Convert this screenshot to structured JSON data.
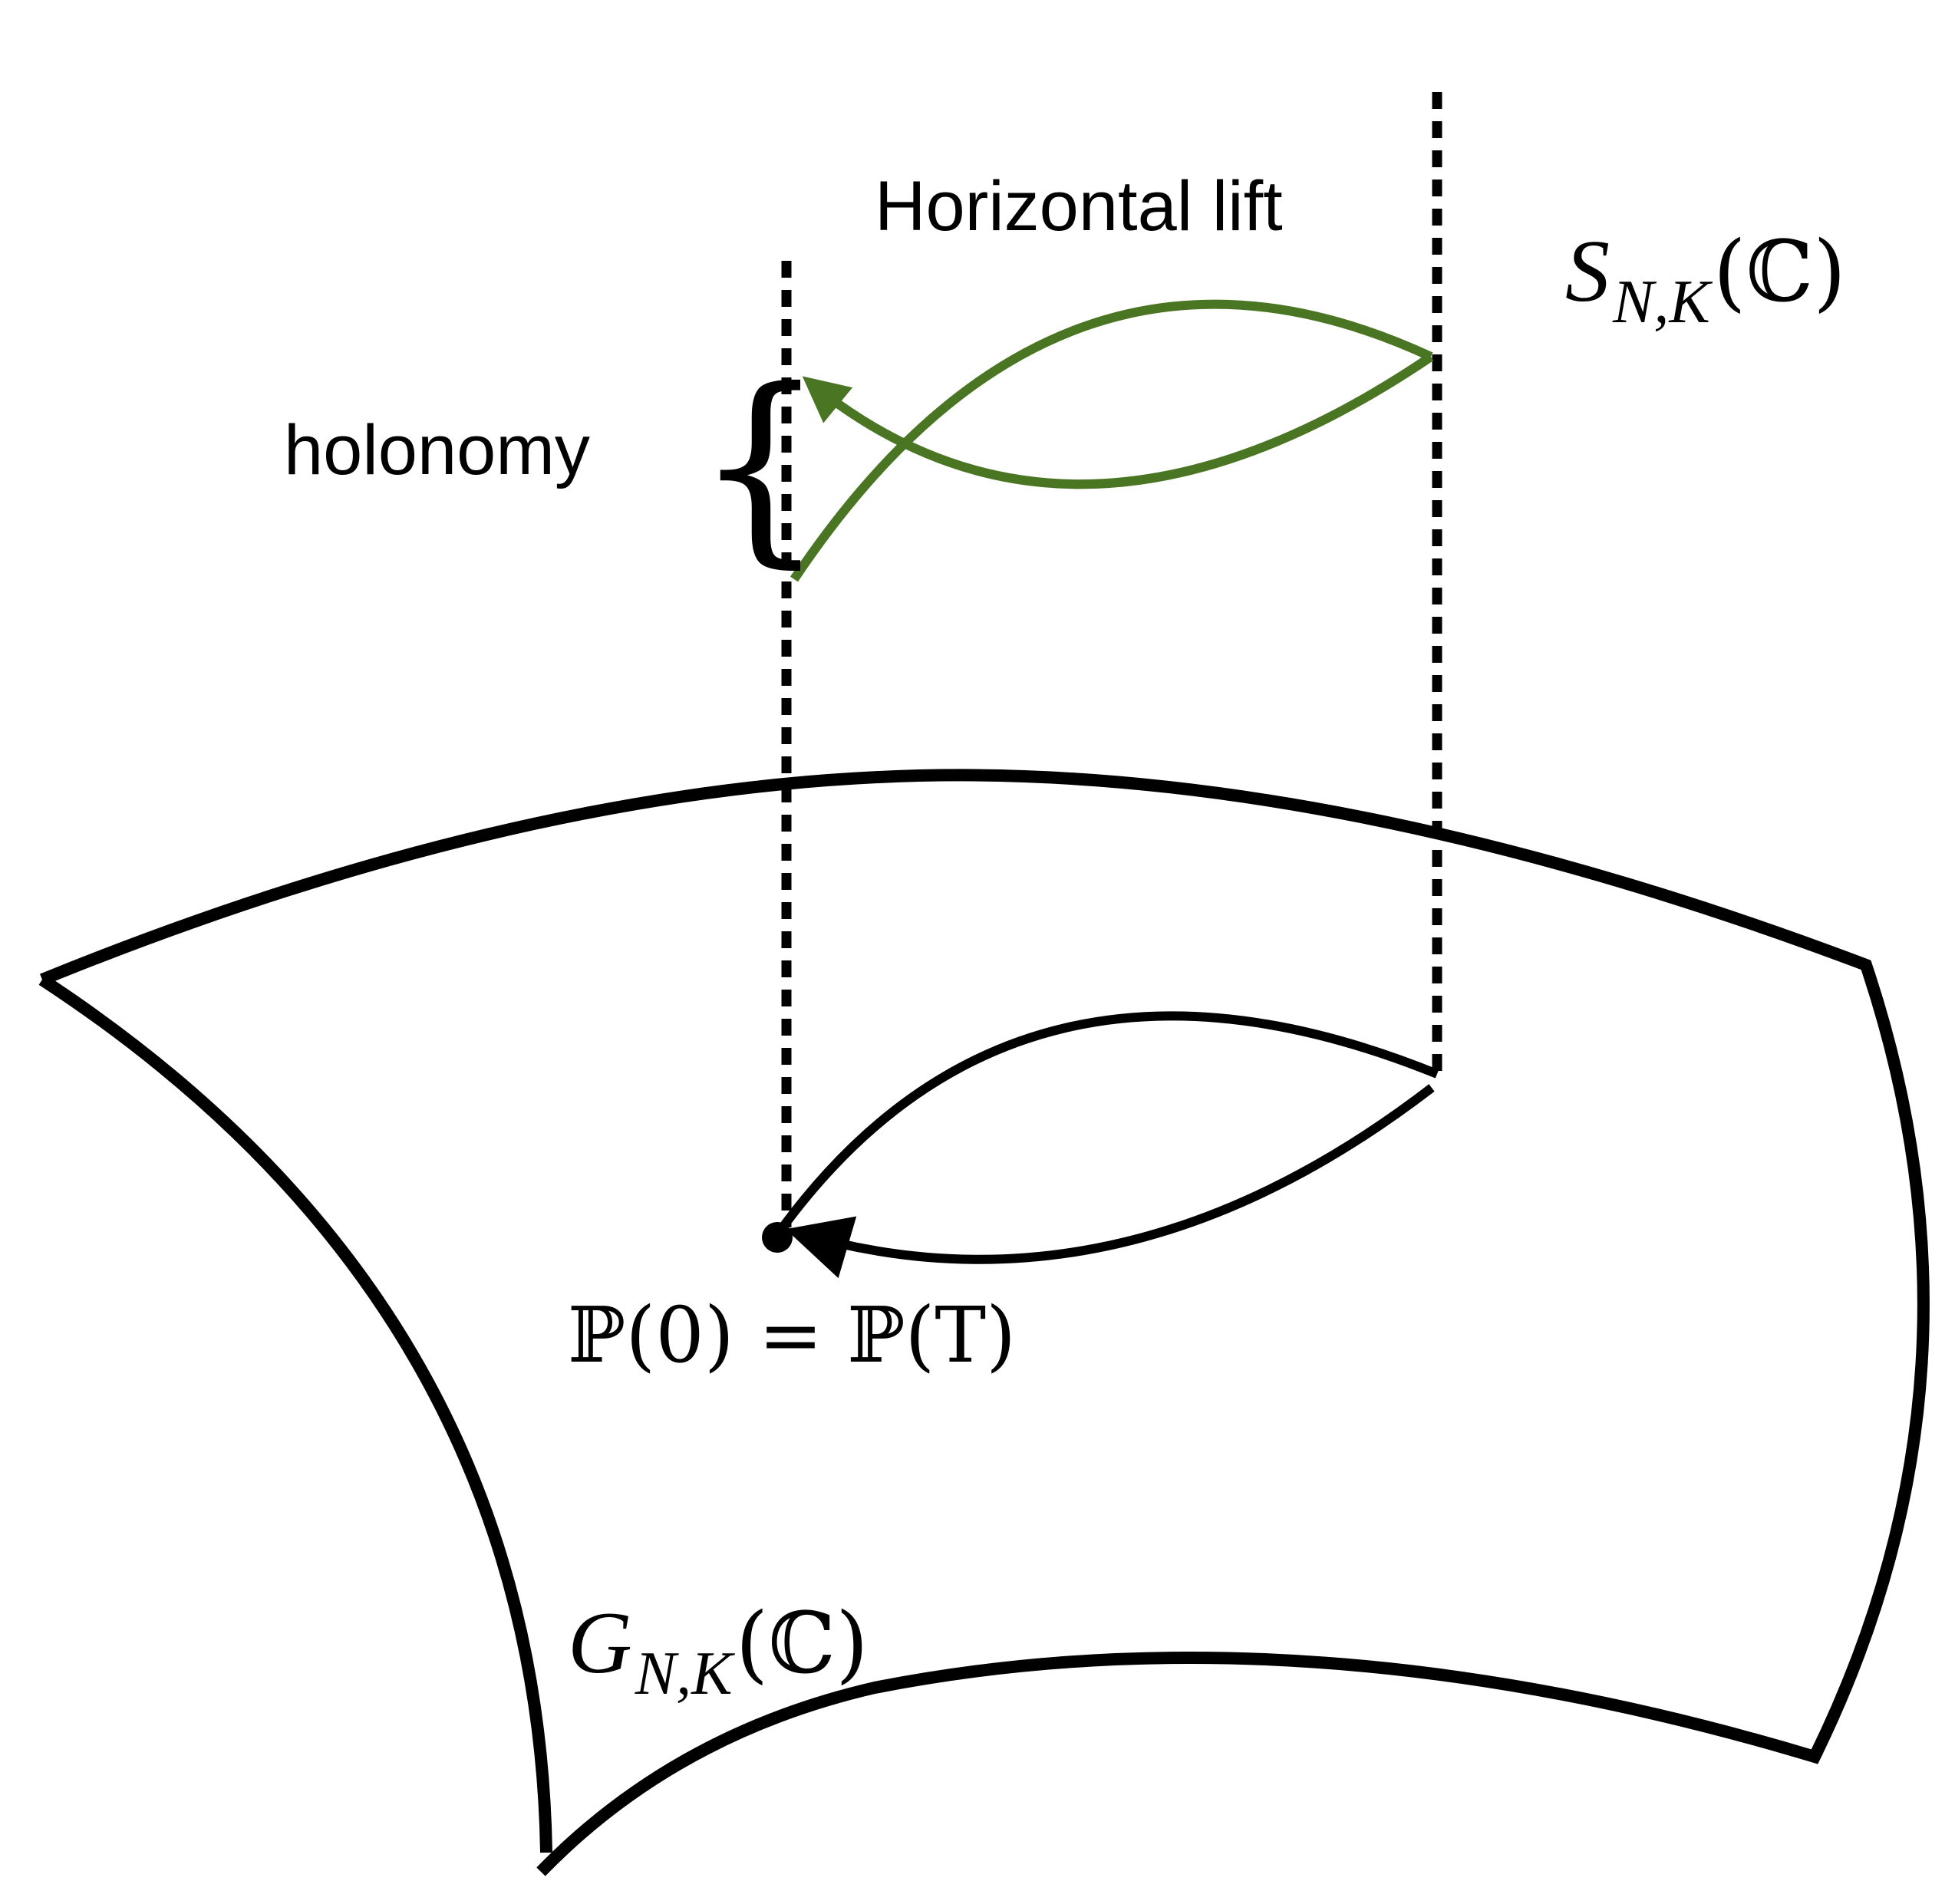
{
  "labels": {
    "horizontal_lift": "Horizontal lift",
    "holonomy": "holonomy",
    "brace": "{",
    "total_space": {
      "main": "S",
      "subscript": "N,K",
      "field": "(ℂ)"
    },
    "base_space": {
      "main": "G",
      "subscript": "N,K",
      "field": "(ℂ)"
    },
    "loop_condition": "ℙ(0) = ℙ(T)"
  },
  "colors": {
    "ink": "#000000",
    "lift": "#4a7523",
    "background": "#ffffff"
  }
}
